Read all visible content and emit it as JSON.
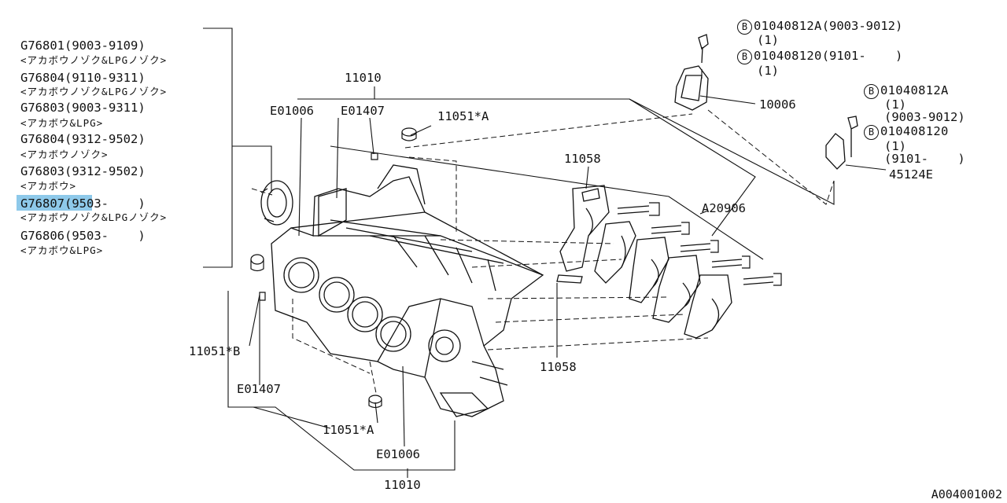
{
  "legend": [
    {
      "code": "G76801",
      "range": "(9003-9109)",
      "note": "<アカボウノゾク&LPGノゾク>"
    },
    {
      "code": "G76804",
      "range": "(9110-9311)",
      "note": "<アカボウノゾク&LPGノゾク>"
    },
    {
      "code": "G76803",
      "range": "(9003-9311)",
      "note": "<アカボウ&LPG>"
    },
    {
      "code": "G76804",
      "range": "(9312-9502)",
      "note": "<アカボウノゾク>"
    },
    {
      "code": "G76803",
      "range": "(9312-9502)",
      "note": "<アカボウ>"
    },
    {
      "code": "G76807",
      "range": "(9503-    )",
      "note": "<アカボウノゾク&LPGノゾク>"
    },
    {
      "code": "G76806",
      "range": "(9503-    )",
      "note": "<アカボウ&LPG>"
    }
  ],
  "highlight": {
    "code": "G76807",
    "color": "#8ec9ea"
  },
  "callouts": {
    "p11010_top": "11010",
    "pE01006_top": "E01006",
    "pE01407_top": "E01407",
    "p11051A_top": "11051*A",
    "p11058_top": "11058",
    "pA20906": "A20906",
    "p11058_bot": "11058",
    "p11051B": "11051*B",
    "pE01407_bot": "E01407",
    "p11051A_bot": "11051*A",
    "pE01006_bot": "E01006",
    "p11010_bot": "11010",
    "p10006": "10006",
    "p45124E": "45124E"
  },
  "bolts_top": {
    "b1_code": "01040812A",
    "b1_range": "(9003-9012)",
    "b1_qty": "(1)",
    "b2_code": "010408120",
    "b2_range": "(9101-    )",
    "b2_qty": "(1)"
  },
  "bolts_right": {
    "b1_code": "01040812A",
    "b1_qty": "(1)",
    "b1_range": "(9003-9012)",
    "b2_code": "010408120",
    "b2_qty": "(1)",
    "b2_range": "(9101-    )"
  },
  "bolt_marker": "B",
  "diagram_id": "A004001002"
}
